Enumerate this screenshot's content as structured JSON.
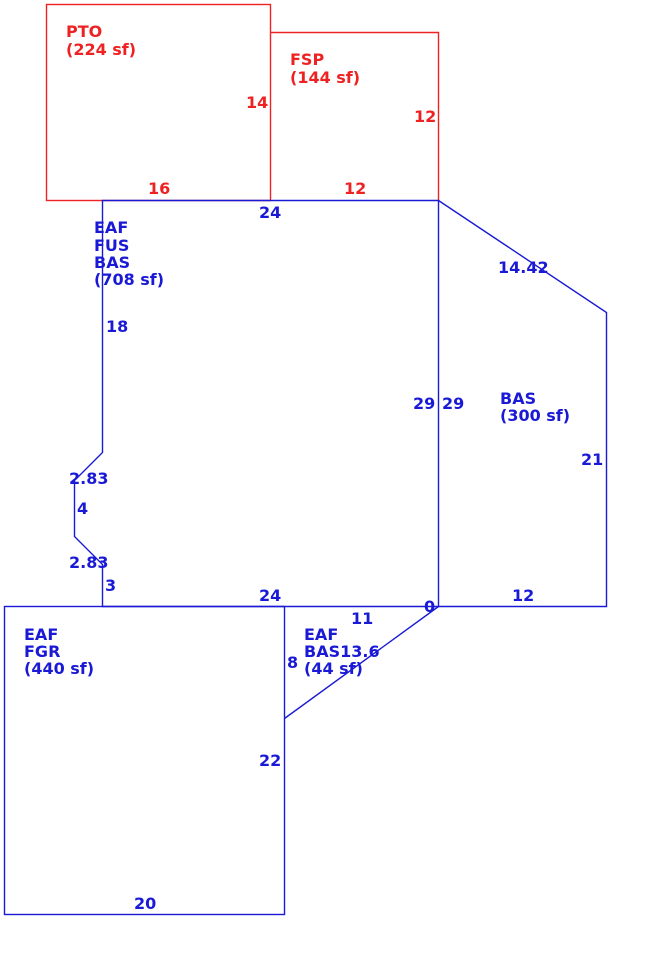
{
  "colors": {
    "red": "#ee2222",
    "blue": "#1a1ad6"
  },
  "areas": {
    "pto": {
      "lines": [
        "PTO",
        "(224 sf)"
      ]
    },
    "fsp": {
      "lines": [
        "FSP",
        "(144 sf)"
      ]
    },
    "main": {
      "lines": [
        "EAF",
        "FUS",
        "BAS",
        "(708 sf)"
      ]
    },
    "bas": {
      "lines": [
        "BAS",
        "(300 sf)"
      ]
    },
    "fgr": {
      "lines": [
        "EAF",
        "FGR",
        "(440 sf)"
      ]
    },
    "bas_small": {
      "lines": [
        "EAF",
        "BAS13.6",
        "(44 sf)"
      ]
    }
  },
  "dimensions": {
    "pto_right": "14",
    "pto_bottom": "16",
    "fsp_right": "12",
    "fsp_bottom": "12",
    "main_top": "24",
    "main_left": "18",
    "main_right": "29",
    "main_bottom": "24",
    "notch_upper": "2.83",
    "notch_mid": "4",
    "notch_lower": "2.83",
    "notch_bottom": "3",
    "bas_left": "29",
    "bas_diag": "14.42",
    "bas_right": "21",
    "bas_bottom": "12",
    "small_zero": "0",
    "small_diag": "11",
    "small_left": "8",
    "fgr_right": "22",
    "fgr_bottom": "20"
  }
}
